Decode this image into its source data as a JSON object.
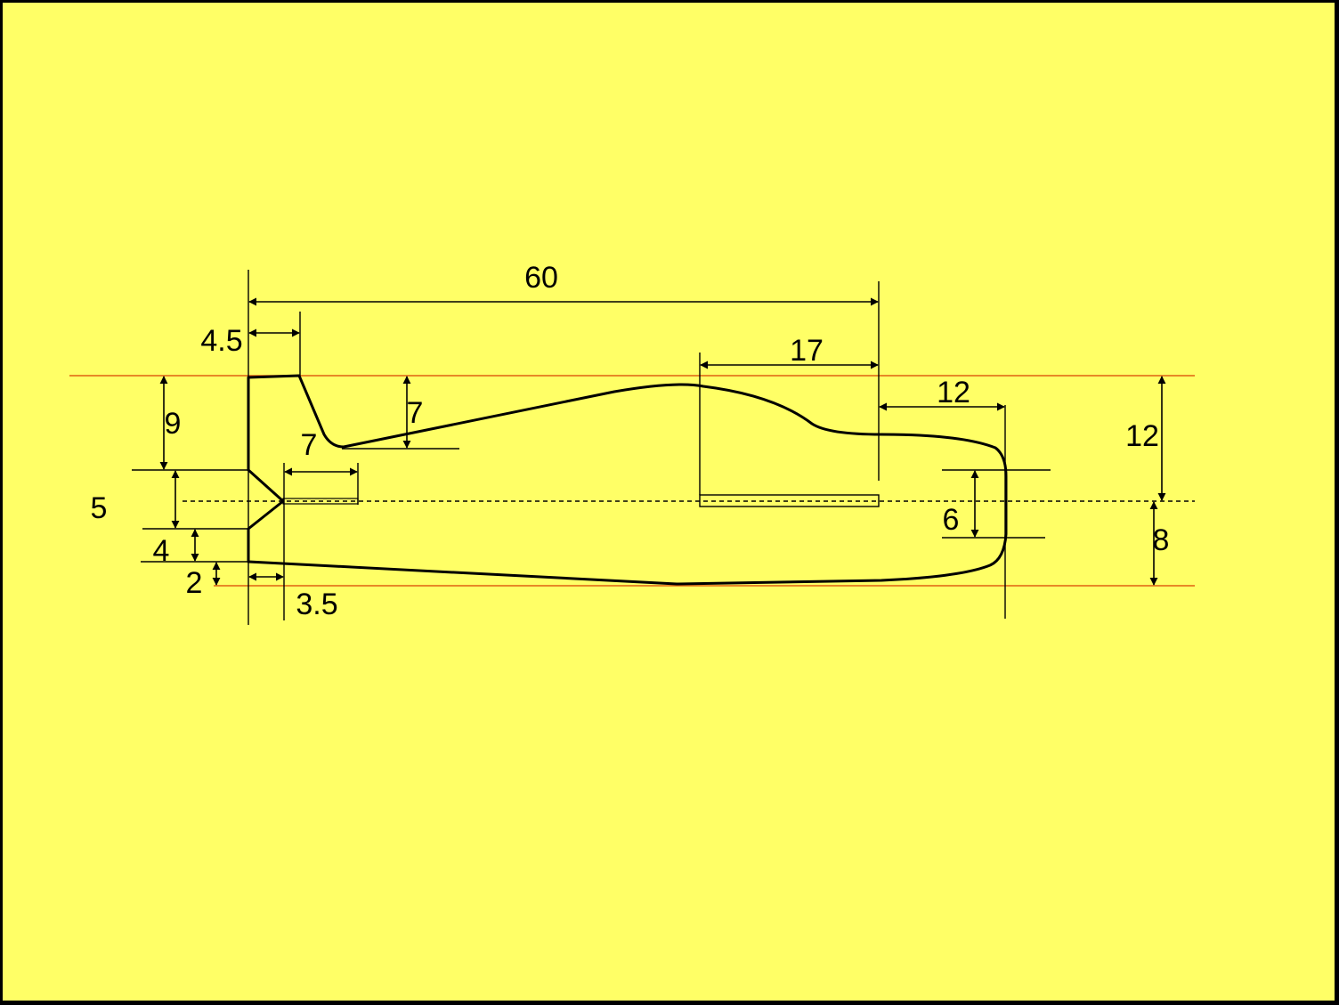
{
  "colors": {
    "background": "#ffff66",
    "outline": "#000000",
    "reference_line": "#e06010",
    "frame": "#000000"
  },
  "dimensions": {
    "overall_length": "60",
    "nose_width": "4.5",
    "wing_slot_length": "17",
    "tail_cap": "12",
    "nose_upper": "9",
    "cockpit_height": "7",
    "prop_slot_length": "7",
    "nose_notch": "5",
    "nose_lower": "4",
    "nose_bottom": "2",
    "notch_depth": "3.5",
    "upper_height": "12",
    "lower_height": "8",
    "tail_slot": "6"
  }
}
